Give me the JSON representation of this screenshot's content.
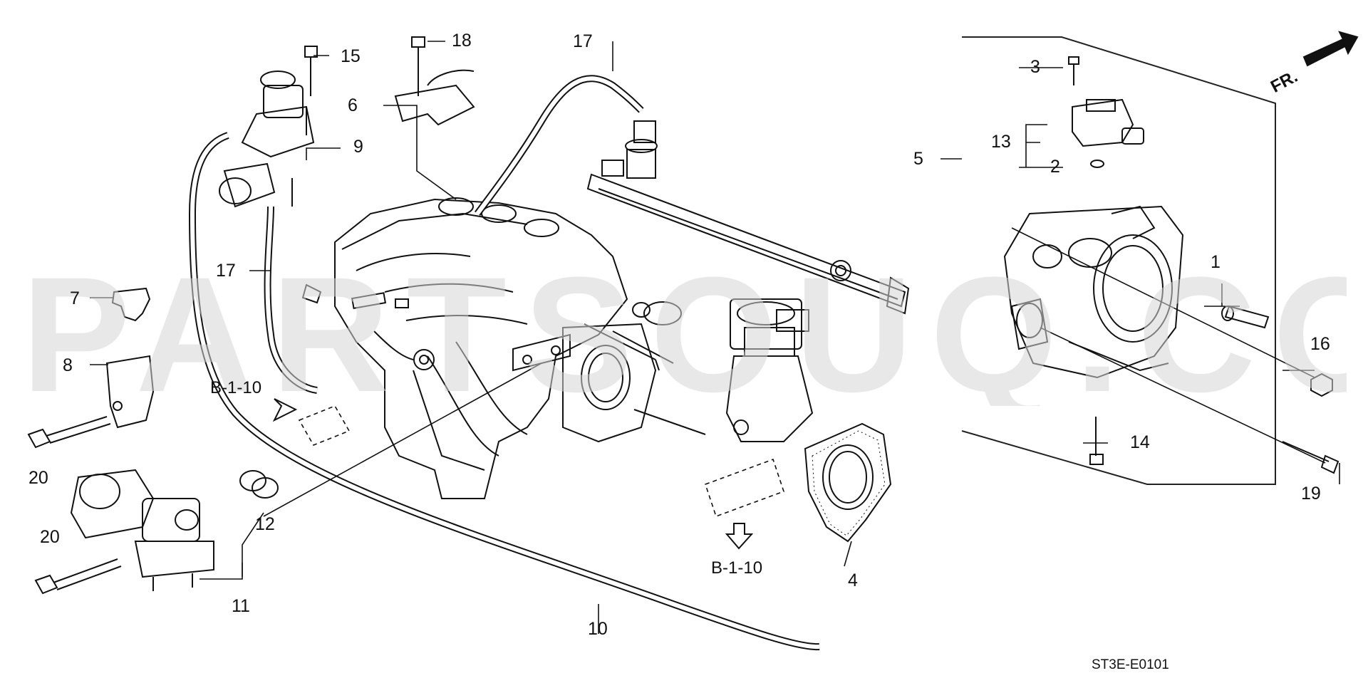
{
  "diagram": {
    "callouts": {
      "p1": "1",
      "p2": "2",
      "p3": "3",
      "p4": "4",
      "p5": "5",
      "p6": "6",
      "p7": "7",
      "p8": "8",
      "p9": "9",
      "p10": "10",
      "p11": "11",
      "p12": "12",
      "p13": "13",
      "p14": "14",
      "p15": "15",
      "p16": "16",
      "p17a": "17",
      "p17b": "17",
      "p18": "18",
      "p19": "19",
      "p20a": "20",
      "p20b": "20"
    },
    "references": {
      "left": "B-1-10",
      "center": "B-1-10"
    },
    "front_marker": "FR.",
    "diagram_code": "ST3E-E0101",
    "watermark": "PARTSOUQ.COM",
    "colors": {
      "line": "#111111",
      "watermark": "#d6d6d6",
      "background": "#ffffff"
    }
  }
}
